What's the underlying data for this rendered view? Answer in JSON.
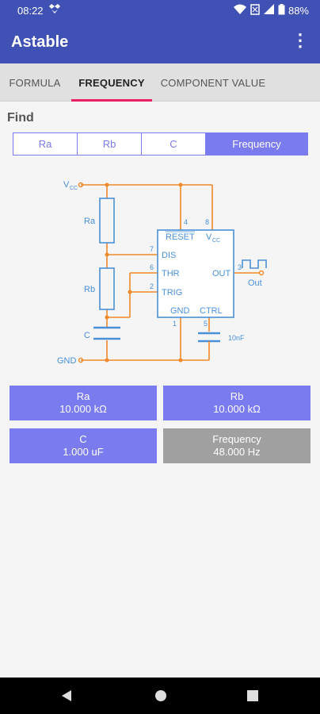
{
  "status": {
    "time": "08:22",
    "battery": "88%"
  },
  "appbar": {
    "title": "Astable"
  },
  "tabs": [
    {
      "label": "FORMULA"
    },
    {
      "label": "FREQUENCY"
    },
    {
      "label": "COMPONENT VALUE"
    }
  ],
  "find": {
    "label": "Find",
    "options": [
      "Ra",
      "Rb",
      "C",
      "Frequency"
    ],
    "selected": "Frequency"
  },
  "schematic": {
    "labels": {
      "vcc": "V",
      "vcc_sub": "CC",
      "gnd": "GND",
      "ra": "Ra",
      "rb": "Rb",
      "c": "C",
      "reset": "RESET",
      "vcc_pin": "V",
      "vcc_pin_sub": "CC",
      "dis": "DIS",
      "thr": "THR",
      "trig": "TRIG",
      "out": "OUT",
      "gnd_pin": "GND",
      "ctrl": "CTRL",
      "out_terminal": "Out",
      "cap_value": "10nF",
      "pin4": "4",
      "pin8": "8",
      "pin7": "7",
      "pin6": "6",
      "pin2": "2",
      "pin3": "3",
      "pin1": "1",
      "pin5": "5"
    },
    "colors": {
      "wire": "#f0892a",
      "component": "#4a90d9"
    }
  },
  "values": {
    "ra": {
      "label": "Ra",
      "value": "10.000 kΩ"
    },
    "rb": {
      "label": "Rb",
      "value": "10.000 kΩ"
    },
    "c": {
      "label": "C",
      "value": "1.000 uF"
    },
    "frequency": {
      "label": "Frequency",
      "value": "48.000 Hz"
    }
  },
  "colors": {
    "primary": "#3f51b5",
    "accent": "#e91e63",
    "button": "#7b7bf0",
    "disabled": "#a0a0a0"
  },
  "icons": {
    "back": "back-icon",
    "home": "home-icon",
    "recents": "recents-icon",
    "overflow": "overflow-menu-icon"
  }
}
